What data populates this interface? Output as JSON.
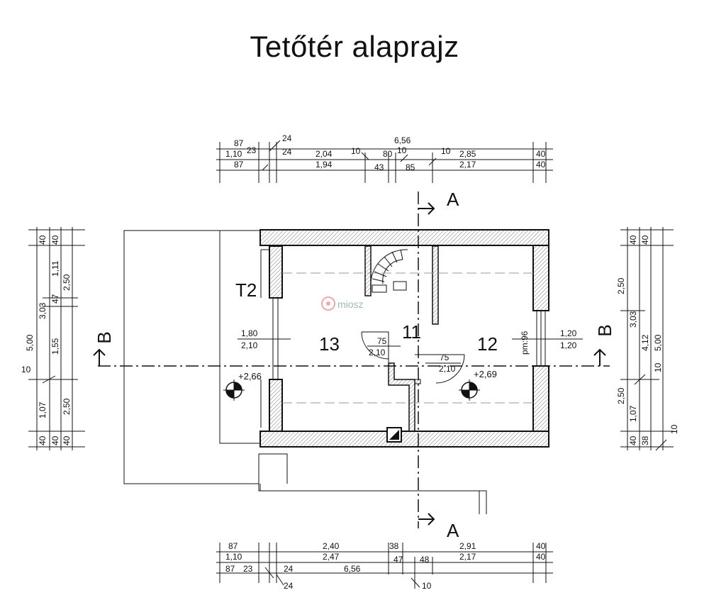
{
  "title": "Tetőtér alaprajz",
  "watermark": "miosz",
  "section_markers": {
    "a_top": "A",
    "a_bottom": "A",
    "b_left": "B",
    "b_right": "B"
  },
  "rooms": {
    "r13": "13",
    "r11": "11",
    "r12": "12",
    "t2": "T2"
  },
  "levels": {
    "left": "+2,66",
    "right": "+2,69"
  },
  "openings": {
    "w_left_top": "1,80",
    "w_left_bot": "2,10",
    "d_mid_top": "75",
    "d_mid_bot": "2,10",
    "d_mid2_top": "75",
    "d_mid2_bot": "2,10",
    "w_right_top": "1,20",
    "w_right_bot": "1,20",
    "pm": "pm:96"
  },
  "dims": {
    "top": {
      "r1": [
        "87",
        "24",
        "6,56"
      ],
      "r2": [
        "1,10",
        "23",
        "24",
        "2,04",
        "10",
        "80",
        "10",
        "10",
        "2,85",
        "40"
      ],
      "r3": [
        "87",
        "1,94",
        "43",
        "85",
        "2,17",
        "40"
      ]
    },
    "bottom": {
      "r1": [
        "87",
        "2,40",
        "38",
        "2,91",
        "40"
      ],
      "r2": [
        "1,10",
        "2,47",
        "47",
        "48",
        "2,17",
        "40"
      ],
      "r3": [
        "87",
        "23",
        "24",
        "6,56"
      ],
      "r4": [
        "24",
        "10"
      ]
    },
    "left": {
      "c1": [
        "40",
        "1,11",
        "47",
        "3,03",
        "1,55",
        "10",
        "5,00",
        "1,07",
        "40",
        "40"
      ],
      "c2": [
        "40",
        "2,50",
        "2,50",
        "40"
      ]
    },
    "right": {
      "c1": [
        "40",
        "2,50",
        "3,03",
        "10",
        "2,50",
        "1,07",
        "40"
      ],
      "c2": [
        "40",
        "4,12",
        "5,00",
        "38",
        "10"
      ]
    }
  }
}
